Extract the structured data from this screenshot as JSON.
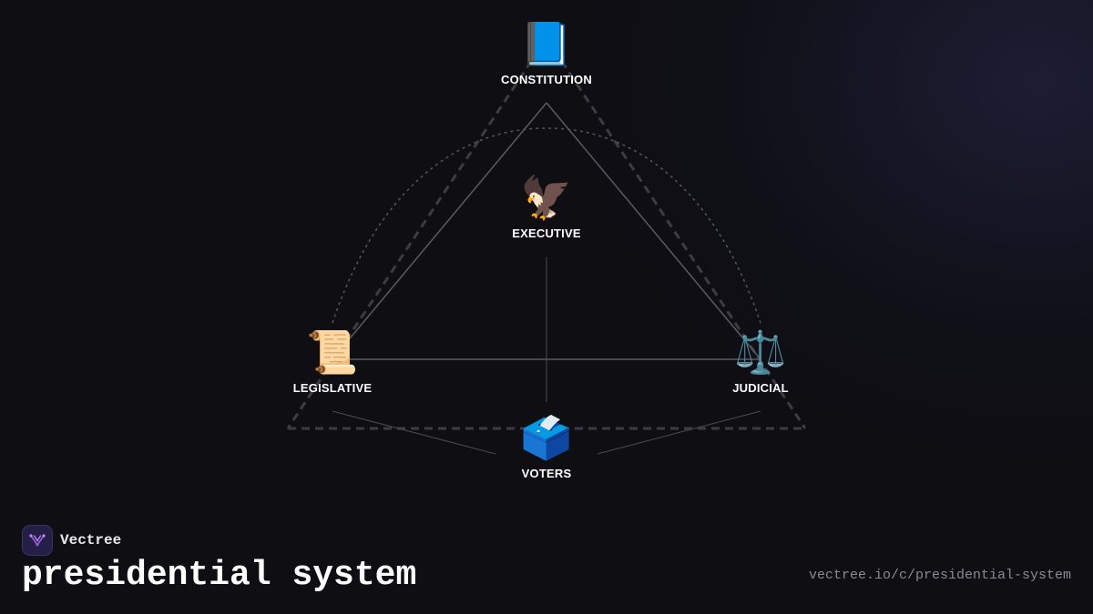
{
  "diagram": {
    "nodes": {
      "constitution": {
        "icon": "📘",
        "icon_name": "blue-book-icon",
        "label": "CONSTITUTION"
      },
      "executive": {
        "icon": "🦅",
        "icon_name": "eagle-icon",
        "label": "EXECUTIVE"
      },
      "legislative": {
        "icon": "📜",
        "icon_name": "scroll-icon",
        "label": "LEGISLATIVE"
      },
      "judicial": {
        "icon": "⚖️",
        "icon_name": "balance-scale-icon",
        "label": "JUDICIAL"
      },
      "voters": {
        "icon": "🗳️",
        "icon_name": "ballot-box-icon",
        "label": "VOTERS"
      }
    },
    "colors": {
      "background": "#0e0e13",
      "solid_lines": "#5a5a62",
      "dashed_lines": "#3c3c44",
      "label_text": "#ffffff"
    }
  },
  "brand": {
    "name": "Vectree",
    "logo_icon": "vectree-logo-icon",
    "accent": "#a259e6"
  },
  "footer": {
    "title": "presidential system",
    "url": "vectree.io/c/presidential-system"
  }
}
